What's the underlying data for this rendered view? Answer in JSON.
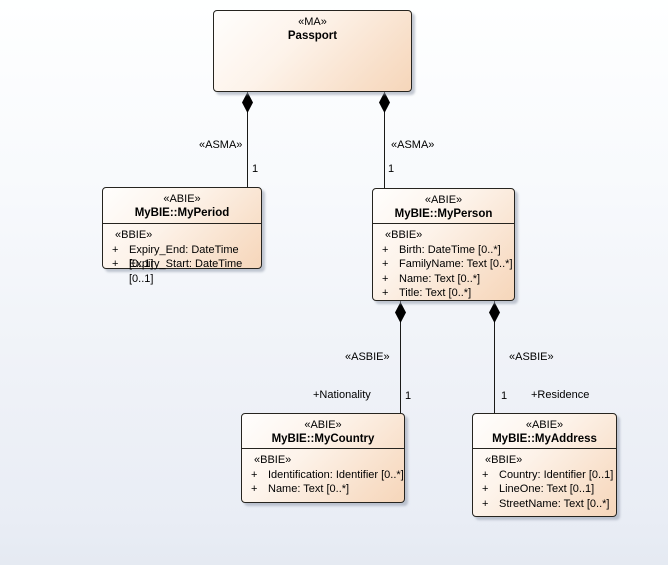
{
  "colors": {
    "node_fill_light": "#fffefd",
    "node_fill_peach": "#f6d6ba",
    "node_border": "#26241f",
    "background_top": "#feffff",
    "background_bottom": "#e5eaf2",
    "line_color": "#1a1a18"
  },
  "nodes": [
    {
      "id": "passport",
      "stereotype": "«MA»",
      "name": "Passport"
    },
    {
      "id": "myperiod",
      "stereotype": "«ABIE»",
      "name": "MyBIE::MyPeriod",
      "compartment": {
        "stereotype": "«BBIE»",
        "attributes": [
          {
            "visibility": "+",
            "text": "Expiry_End: DateTime [0..1]"
          },
          {
            "visibility": "+",
            "text": "Expiry_Start: DateTime [0..1]"
          }
        ]
      }
    },
    {
      "id": "myperson",
      "stereotype": "«ABIE»",
      "name": "MyBIE::MyPerson",
      "compartment": {
        "stereotype": "«BBIE»",
        "attributes": [
          {
            "visibility": "+",
            "text": "Birth: DateTime [0..*]"
          },
          {
            "visibility": "+",
            "text": "FamilyName: Text [0..*]"
          },
          {
            "visibility": "+",
            "text": "Name: Text [0..*]"
          },
          {
            "visibility": "+",
            "text": "Title: Text [0..*]"
          }
        ]
      }
    },
    {
      "id": "mycountry",
      "stereotype": "«ABIE»",
      "name": "MyBIE::MyCountry",
      "compartment": {
        "stereotype": "«BBIE»",
        "attributes": [
          {
            "visibility": "+",
            "text": "Identification: Identifier [0..*]"
          },
          {
            "visibility": "+",
            "text": "Name: Text [0..*]"
          }
        ]
      }
    },
    {
      "id": "myaddress",
      "stereotype": "«ABIE»",
      "name": "MyBIE::MyAddress",
      "compartment": {
        "stereotype": "«BBIE»",
        "attributes": [
          {
            "visibility": "+",
            "text": "Country: Identifier [0..1]"
          },
          {
            "visibility": "+",
            "text": "LineOne: Text [0..1]"
          },
          {
            "visibility": "+",
            "text": "StreetName: Text [0..*]"
          }
        ]
      }
    }
  ],
  "connectors": [
    {
      "id": "passport-myperiod",
      "stereotype": "«ASMA»",
      "multiplicity": "1"
    },
    {
      "id": "passport-myperson",
      "stereotype": "«ASMA»",
      "multiplicity": "1"
    },
    {
      "id": "myperson-mycountry",
      "stereotype": "«ASBIE»",
      "multiplicity": "1",
      "role": "+Nationality"
    },
    {
      "id": "myperson-myaddress",
      "stereotype": "«ASBIE»",
      "multiplicity": "1",
      "role": "+Residence"
    }
  ]
}
